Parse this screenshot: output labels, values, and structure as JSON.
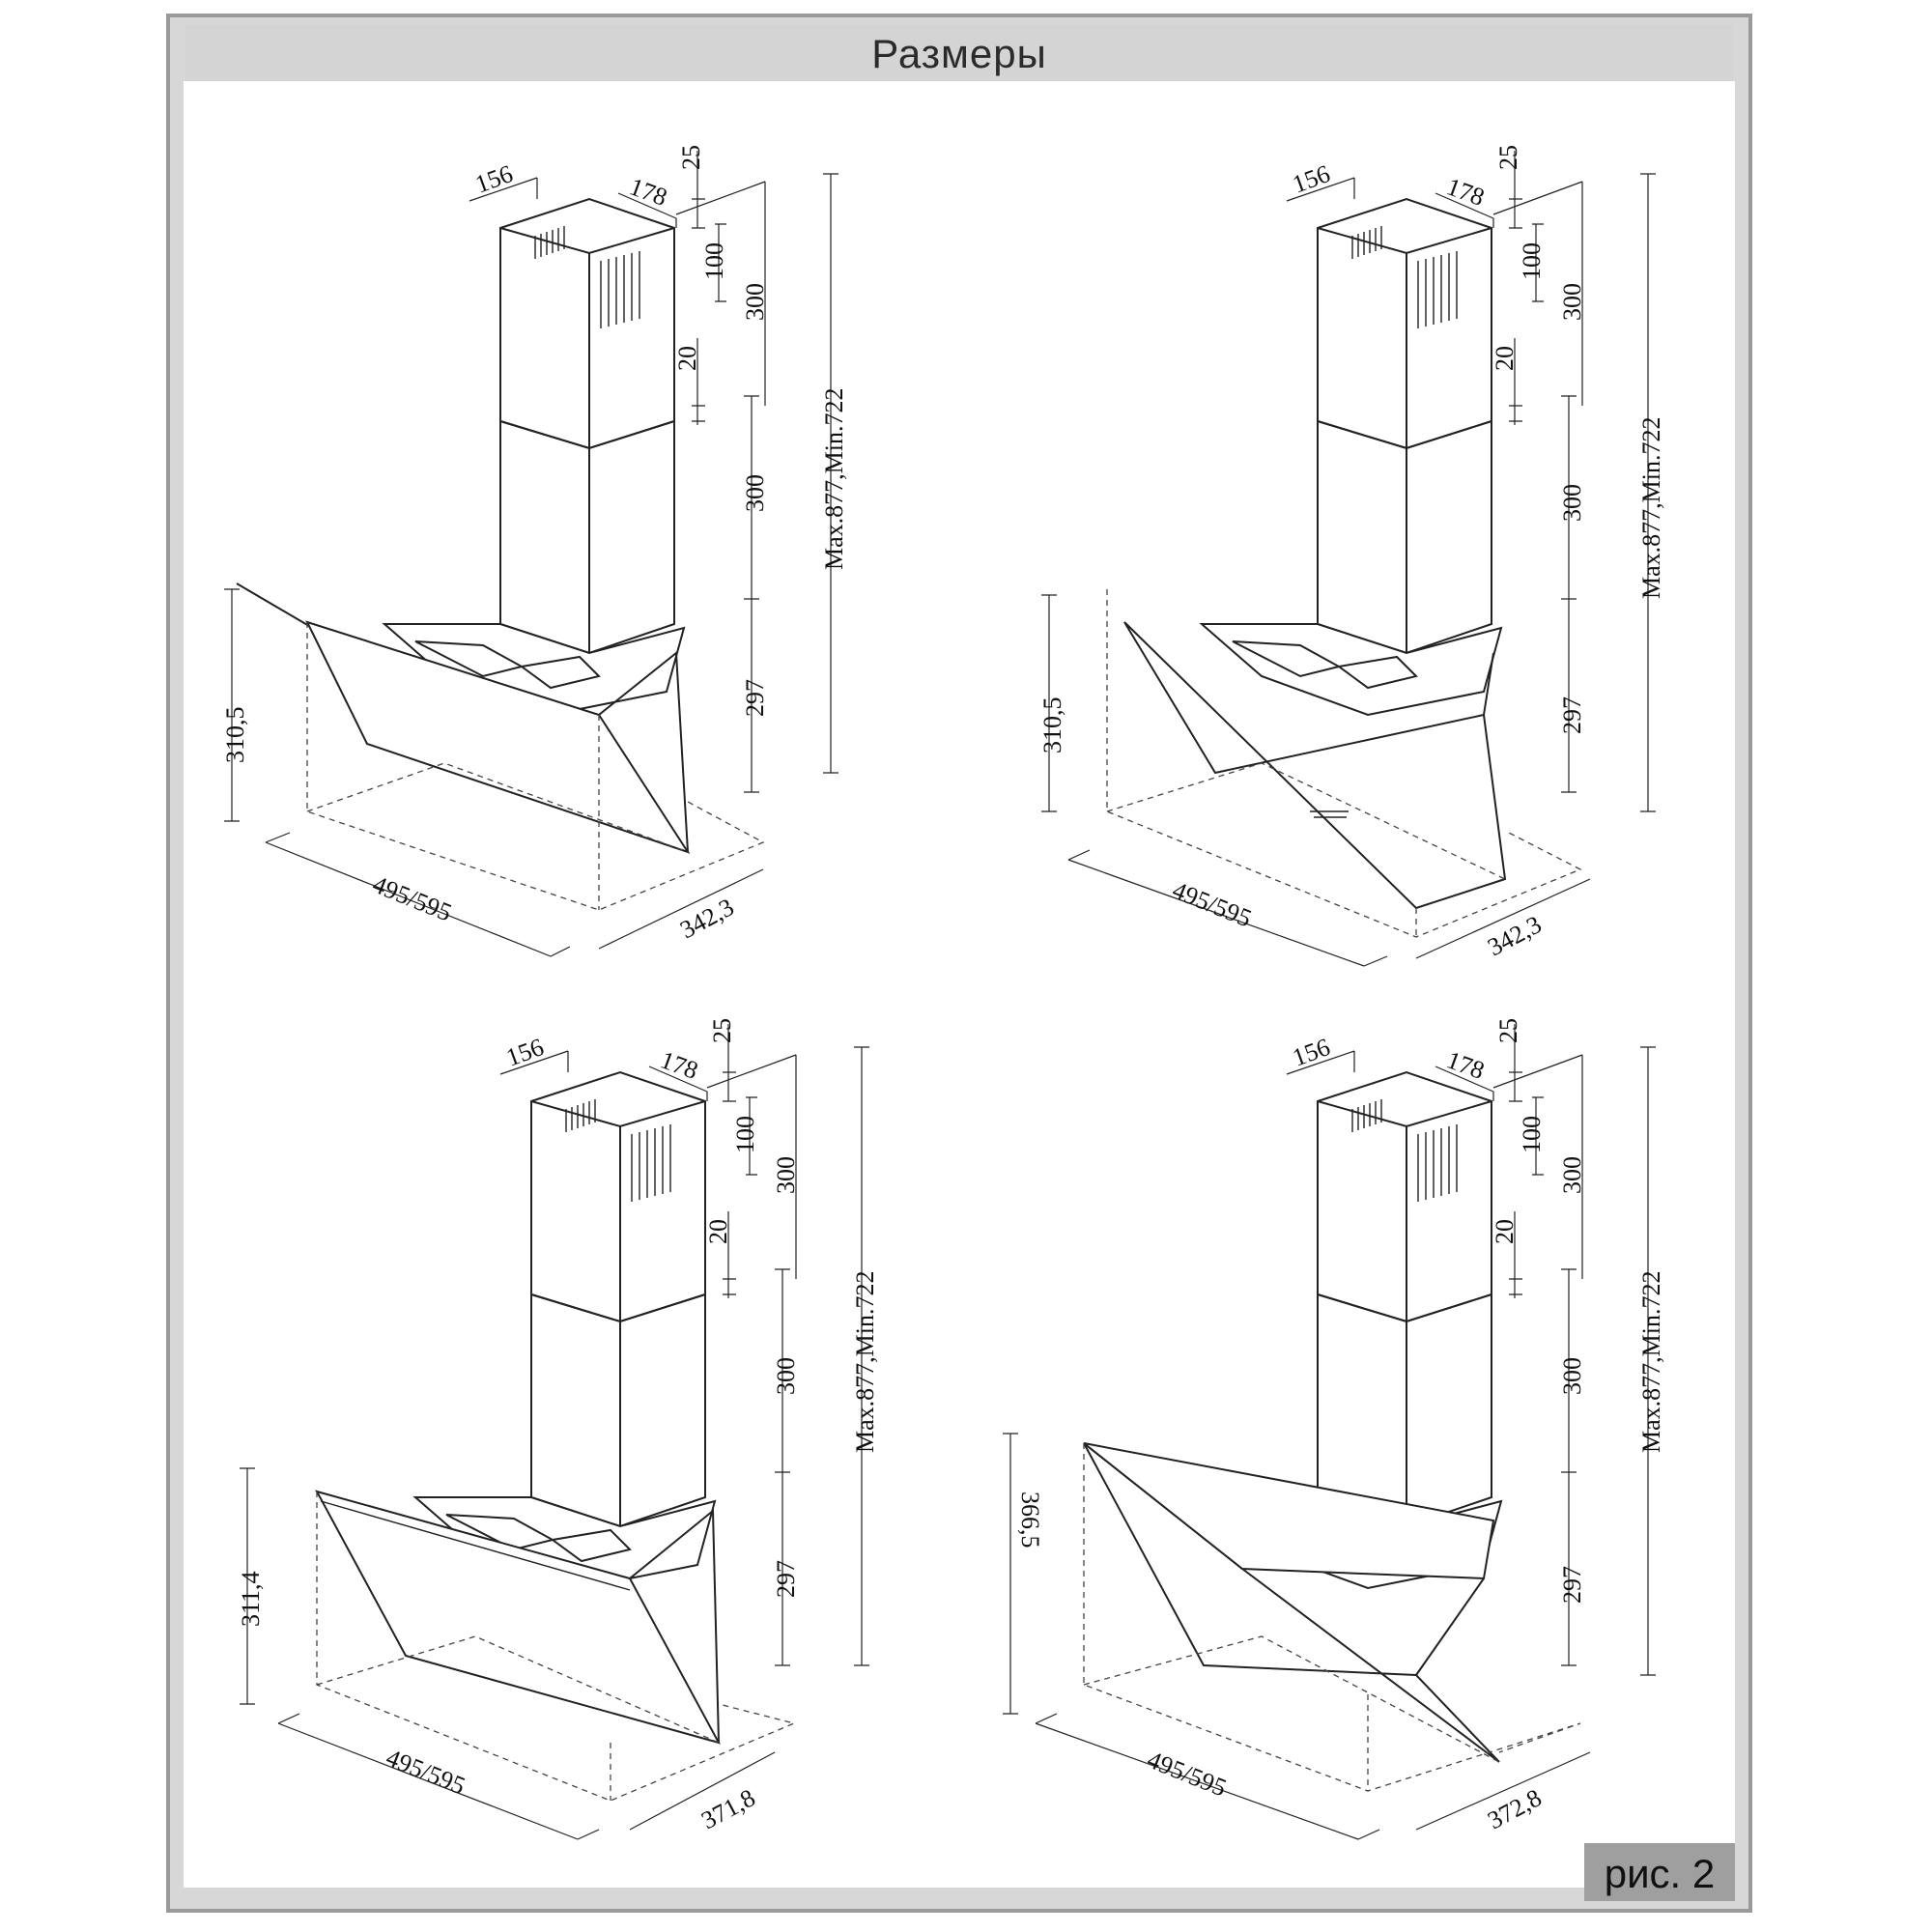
{
  "header": {
    "title": "Размеры"
  },
  "figure_label": "рис. 2",
  "diagrams": [
    {
      "id": "top-left",
      "dims": {
        "top_w1": "156",
        "top_w2": "178",
        "gap_top": "25",
        "vent": "100",
        "upper_h": "300",
        "overlap": "20",
        "lower_h": "300",
        "base_h": "297",
        "max_min": "Max.877,Min.722",
        "panel_h": "310,5",
        "width": "495/595",
        "depth": "342,3"
      }
    },
    {
      "id": "top-right",
      "dims": {
        "top_w1": "156",
        "top_w2": "178",
        "gap_top": "25",
        "vent": "100",
        "upper_h": "300",
        "overlap": "20",
        "lower_h": "300",
        "base_h": "297",
        "max_min": "Max.877,Min.722",
        "panel_h": "310,5",
        "width": "495/595",
        "depth": "342,3"
      }
    },
    {
      "id": "bottom-left",
      "dims": {
        "top_w1": "156",
        "top_w2": "178",
        "gap_top": "25",
        "vent": "100",
        "upper_h": "300",
        "overlap": "20",
        "lower_h": "300",
        "base_h": "297",
        "max_min": "Max.877,Min.722",
        "panel_h": "311,4",
        "width": "495/595",
        "depth": "371,8"
      }
    },
    {
      "id": "bottom-right",
      "dims": {
        "top_w1": "156",
        "top_w2": "178",
        "gap_top": "25",
        "vent": "100",
        "upper_h": "300",
        "overlap": "20",
        "lower_h": "300",
        "base_h": "297",
        "max_min": "Max.877,Min.722",
        "panel_h": "366,5",
        "width": "495/595",
        "depth": "372,8"
      }
    }
  ]
}
